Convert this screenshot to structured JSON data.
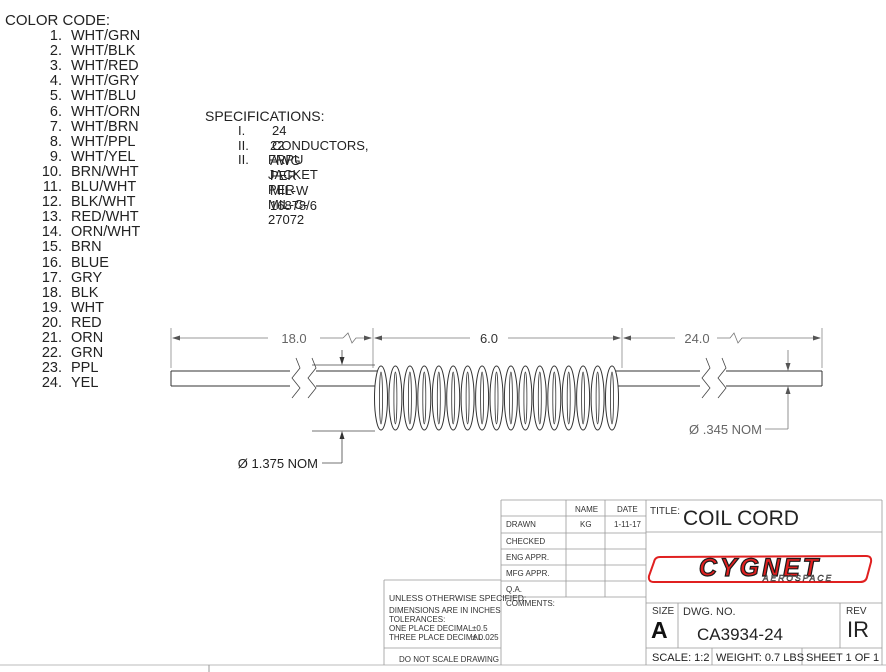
{
  "color_code": {
    "title": "COLOR CODE:",
    "items": [
      {
        "num": "1.",
        "color": "WHT/GRN"
      },
      {
        "num": "2.",
        "color": "WHT/BLK"
      },
      {
        "num": "3.",
        "color": "WHT/RED"
      },
      {
        "num": "4.",
        "color": "WHT/GRY"
      },
      {
        "num": "5.",
        "color": "WHT/BLU"
      },
      {
        "num": "6.",
        "color": "WHT/ORN"
      },
      {
        "num": "7.",
        "color": "WHT/BRN"
      },
      {
        "num": "8.",
        "color": "WHT/PPL"
      },
      {
        "num": "9.",
        "color": "WHT/YEL"
      },
      {
        "num": "10.",
        "color": "BRN/WHT"
      },
      {
        "num": "11.",
        "color": "BLU/WHT"
      },
      {
        "num": "12.",
        "color": "BLK/WHT"
      },
      {
        "num": "13.",
        "color": "RED/WHT"
      },
      {
        "num": "14.",
        "color": "ORN/WHT"
      },
      {
        "num": "15.",
        "color": "BRN"
      },
      {
        "num": "16.",
        "color": "BLUE"
      },
      {
        "num": "17.",
        "color": "GRY"
      },
      {
        "num": "18.",
        "color": "BLK"
      },
      {
        "num": "19.",
        "color": "WHT"
      },
      {
        "num": "20.",
        "color": "RED"
      },
      {
        "num": "21.",
        "color": "ORN"
      },
      {
        "num": "22.",
        "color": "GRN"
      },
      {
        "num": "23.",
        "color": "PPL"
      },
      {
        "num": "24.",
        "color": "YEL"
      }
    ]
  },
  "specifications": {
    "title": "SPECIFICATIONS:",
    "items": [
      {
        "num": "I.",
        "text": "24 CONDUCTORS,"
      },
      {
        "num": "II.",
        "text": "22 AWG PER MIL-W 16878/6"
      },
      {
        "num": "II.",
        "text": "FRPU JACKET PER MIL-C-27072"
      }
    ]
  },
  "dimensions": {
    "left_length": "18.0",
    "coil_length": "6.0",
    "right_length": "24.0",
    "cable_diameter": "Ø .345 NOM",
    "coil_diameter": "Ø 1.375 NOM"
  },
  "title_block": {
    "col_name": "NAME",
    "col_date": "DATE",
    "rows": [
      {
        "label": "DRAWN",
        "name": "KG",
        "date": "1-11-17"
      },
      {
        "label": "CHECKED",
        "name": "",
        "date": ""
      },
      {
        "label": "ENG APPR.",
        "name": "",
        "date": ""
      },
      {
        "label": "MFG APPR.",
        "name": "",
        "date": ""
      },
      {
        "label": "Q.A.",
        "name": "",
        "date": ""
      }
    ],
    "comments_label": "COMMENTS:",
    "unless_title": "UNLESS OTHERWISE SPECIFIED:",
    "dims_note": "DIMENSIONS ARE IN INCHES",
    "tolerances": "TOLERANCES:",
    "one_place": "ONE PLACE DECIMAL",
    "one_place_tol": "±0.5",
    "three_place": "THREE PLACE DECIMAL",
    "three_place_tol": "± 0.025",
    "do_not_scale": "DO NOT SCALE DRAWING",
    "title_label": "TITLE:",
    "title": "COIL CORD",
    "logo_main": "CYGNET",
    "logo_sub": "AEROSPACE",
    "size_label": "SIZE",
    "size": "A",
    "dwg_label": "DWG.  NO.",
    "dwg_no": "CA3934-24",
    "rev_label": "REV",
    "rev": "IR",
    "scale": "SCALE: 1:2",
    "weight": "WEIGHT: 0.7 LBS",
    "sheet": "SHEET 1 OF 1"
  },
  "colors": {
    "logo_red": "#e02020",
    "logo_dark": "#1a1a1a",
    "line": "#222222",
    "dim": "#777777"
  }
}
